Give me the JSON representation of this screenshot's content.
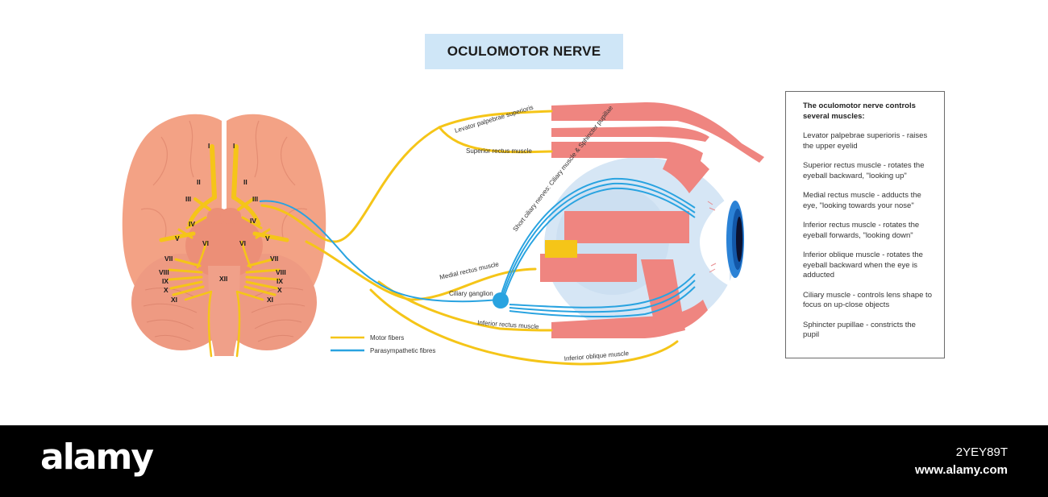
{
  "title": "OCULOMOTOR NERVE",
  "colors": {
    "motor": "#f5c518",
    "parasympathetic": "#29a3e0",
    "brain": "#f3a285",
    "muscle": "#ef8580",
    "eyeball": "#d6e6f5",
    "title_bg": "#cfe6f7"
  },
  "cranial_nerves": {
    "left": [
      "I",
      "II",
      "III",
      "IV",
      "V",
      "VI",
      "VII",
      "VIII",
      "IX",
      "X",
      "XI"
    ],
    "right": [
      "I",
      "II",
      "III",
      "IV",
      "V",
      "VI",
      "VII",
      "VIII",
      "IX",
      "X",
      "XI"
    ],
    "center": "XII"
  },
  "labels": {
    "levator": "Levator palpebrae superioris",
    "superior_rectus": "Superior rectus muscle",
    "short_ciliary": "Short ciliary nerves: Ciliary muscle & Sphincter pupillae",
    "medial_rectus": "Medial rectus muscle",
    "ciliary_ganglion": "Ciliary ganglion",
    "inferior_rectus": "Inferior rectus muscle",
    "inferior_oblique": "Inferior oblique muscle"
  },
  "legend": [
    {
      "label": "Motor fibers",
      "color": "#f5c518"
    },
    {
      "label": "Parasympathetic fibres",
      "color": "#29a3e0"
    }
  ],
  "info": {
    "lead": "The oculomotor nerve controls several muscles:",
    "items": [
      "Levator palpebrae superioris - raises the upper eyelid",
      "Superior rectus muscle - rotates the eyeball backward, \"looking up\"",
      "Medial rectus muscle - adducts the eye, \"looking towards your nose\"",
      "Inferior rectus muscle - rotates the eyeball forwards, \"looking down\"",
      "Inferior oblique muscle - rotates the eyeball backward when the eye is adducted",
      "Ciliary muscle - controls lens shape to focus on up-close objects",
      "Sphincter pupillae - constricts the pupil"
    ]
  },
  "footer": {
    "logo": "alamy",
    "image_id": "2YEY89T",
    "url": "www.alamy.com"
  }
}
